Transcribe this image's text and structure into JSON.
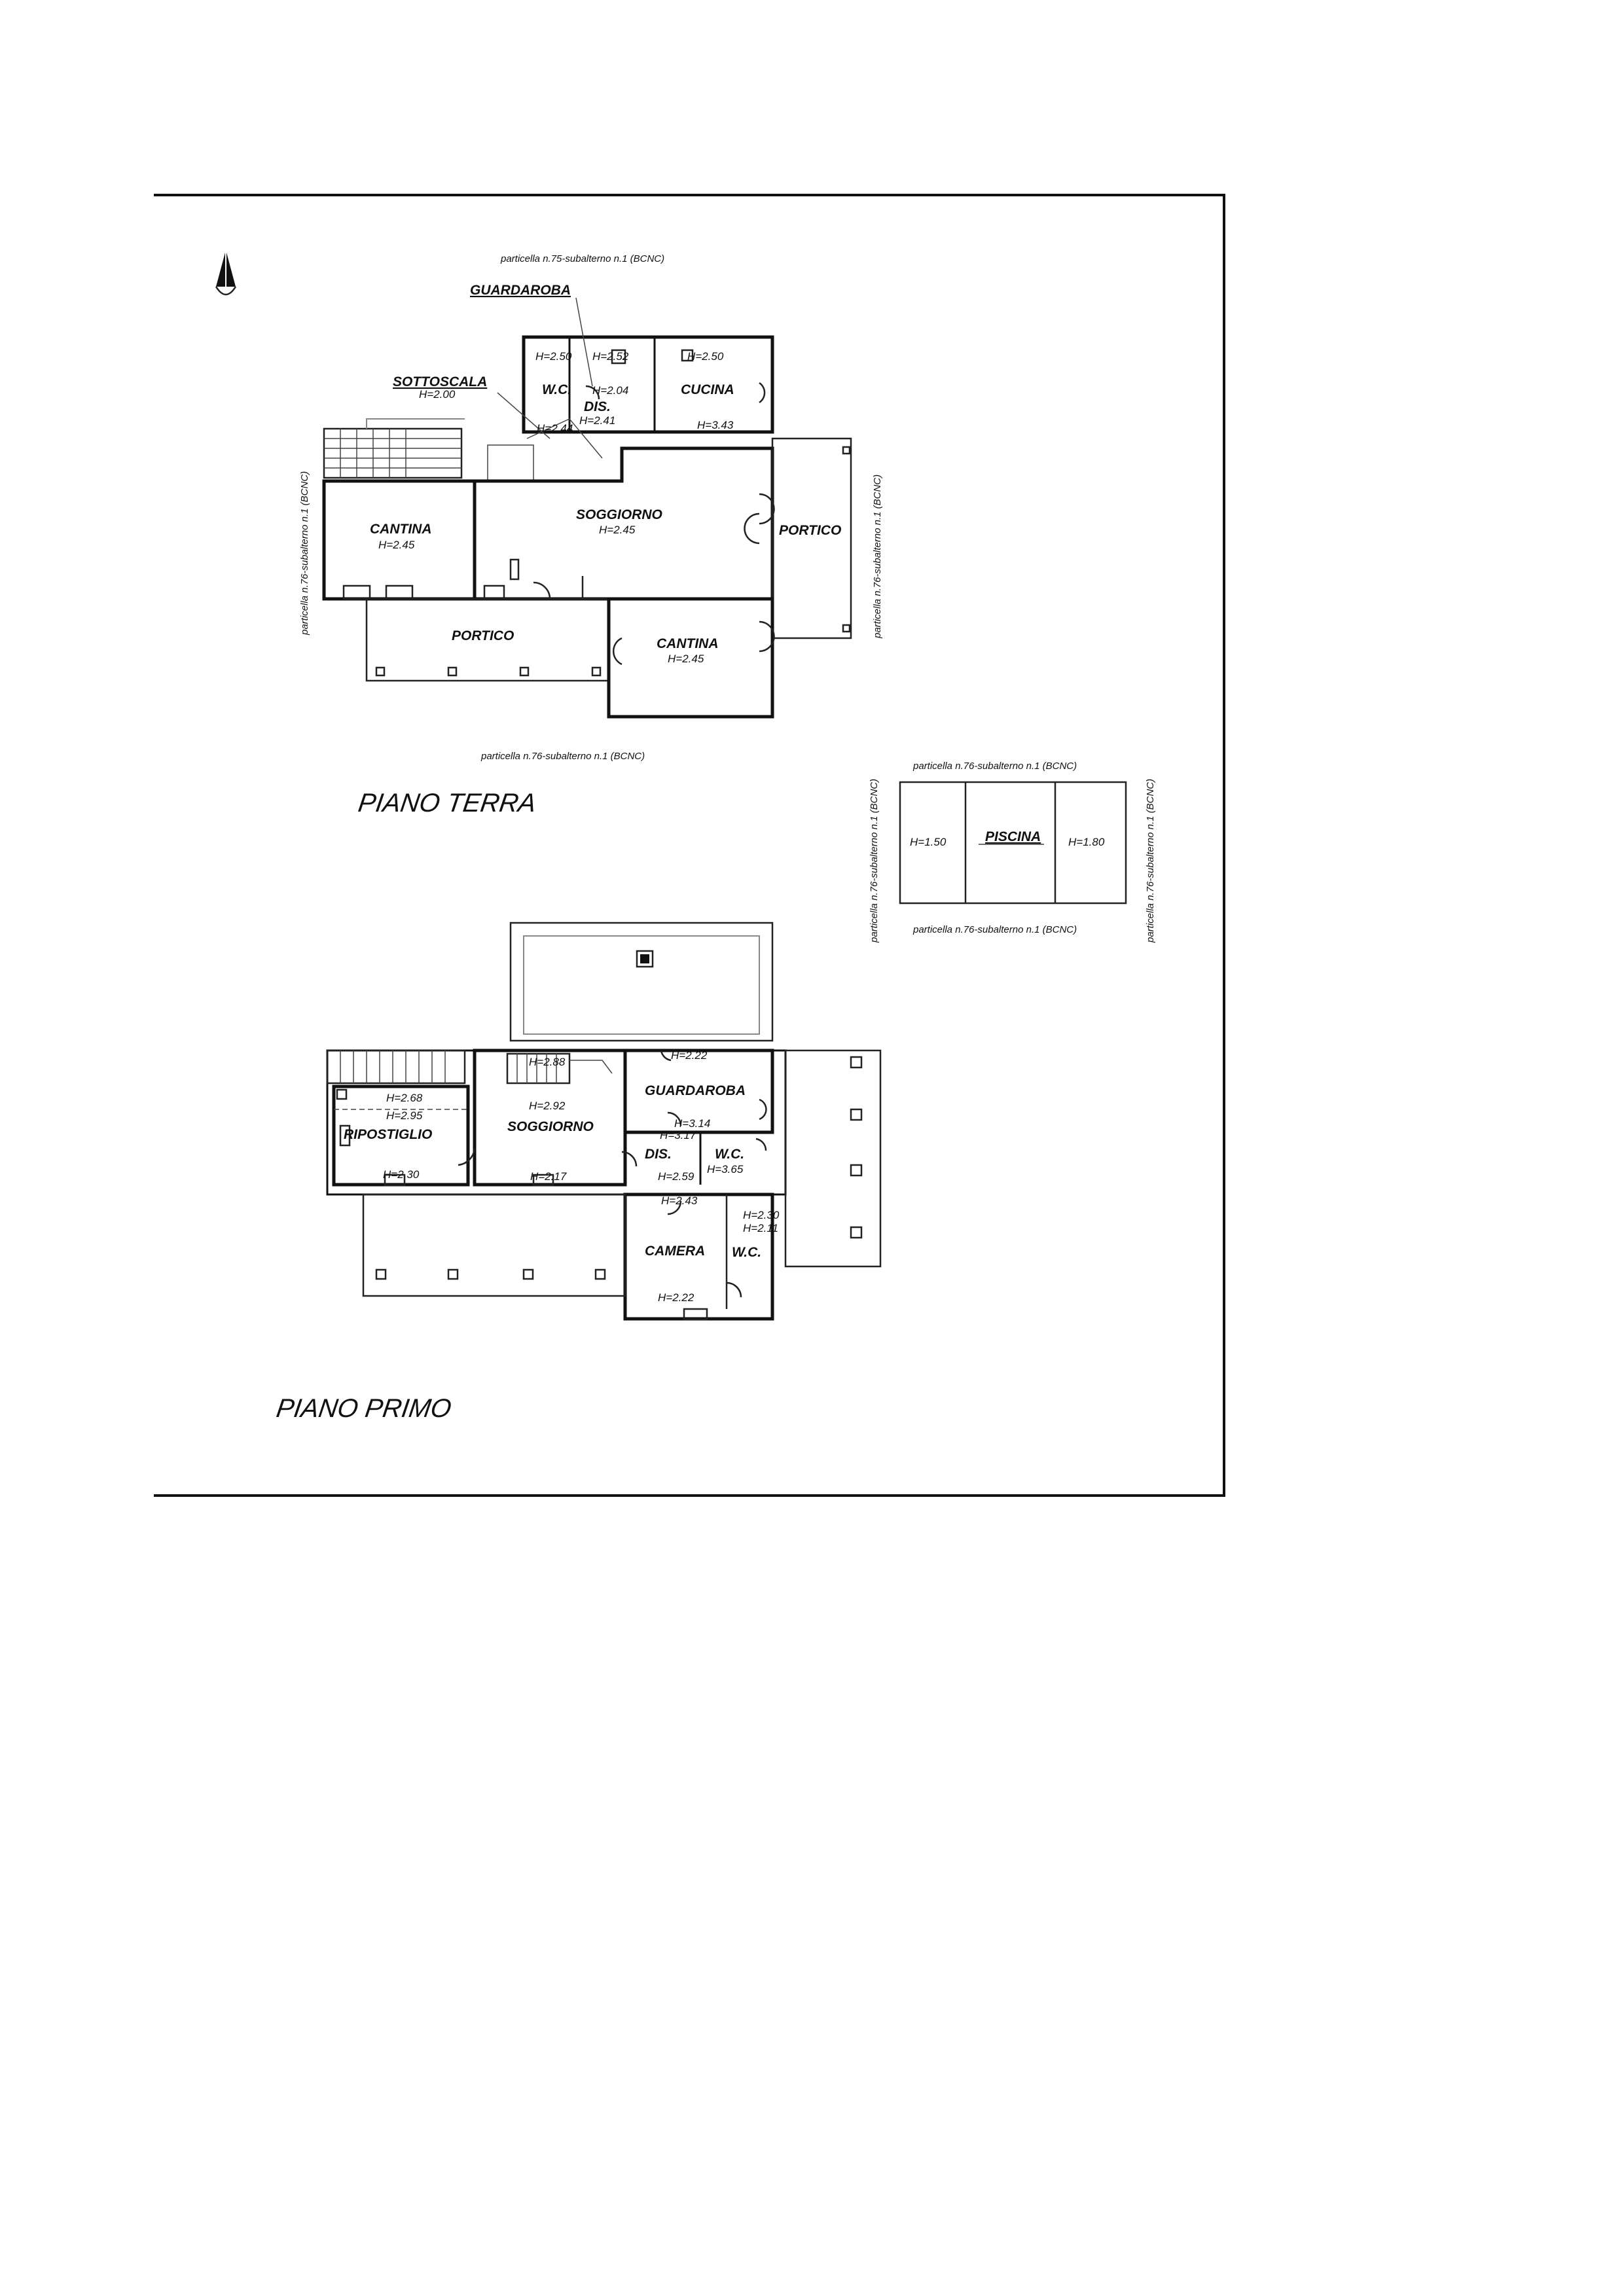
{
  "ground": {
    "title": "PIANO TERRA",
    "parcel_top": "particella n.75-subalterno n.1 (BCNC)",
    "parcel_bottom": "particella n.76-subalterno n.1 (BCNC)",
    "parcel_left": "particella n.76-subalterno n.1 (BCNC)",
    "parcel_right": "particella n.76-subalterno n.1 (BCNC)",
    "rooms": {
      "guardaroba": "GUARDAROBA",
      "sottoscala": "SOTTOSCALA",
      "sottoscala_h": "H=2.00",
      "wc": "W.C.",
      "wc_h": "H=2.50",
      "guard_h": "H=2.52",
      "dis": "DIS.",
      "dis_h1": "H=2.04",
      "dis_h2": "H=2.41",
      "dis_h3": "H=2.44",
      "cucina": "CUCINA",
      "cucina_h1": "H=2.50",
      "cucina_h2": "H=3.43",
      "cantina_left": "CANTINA",
      "cantina_left_h": "H=2.45",
      "soggiorno": "SOGGIORNO",
      "soggiorno_h": "H=2.45",
      "portico_right": "PORTICO",
      "portico_bottom": "PORTICO",
      "cantina_right": "CANTINA",
      "cantina_right_h": "H=2.45"
    }
  },
  "pool": {
    "parcel_top": "particella n.76-subalterno n.1 (BCNC)",
    "parcel_bottom": "particella n.76-subalterno n.1 (BCNC)",
    "parcel_left": "particella n.76-subalterno n.1 (BCNC)",
    "parcel_right": "particella n.76-subalterno n.1 (BCNC)",
    "name": "PISCINA",
    "h_left": "H=1.50",
    "h_right": "H=1.80"
  },
  "first": {
    "title": "PIANO PRIMO",
    "rooms": {
      "ripostiglio": "RIPOSTIGLIO",
      "ripo_h1": "H=2.68",
      "ripo_h2": "H=2.95",
      "ripo_h3": "H=2.30",
      "soggiorno": "SOGGIORNO",
      "sogg_h1": "H=2.88",
      "sogg_h2": "H=2.92",
      "sogg_h3": "H=2.17",
      "guardaroba": "GUARDAROBA",
      "guard_h1": "H=2.22",
      "guard_h2": "H=3.14",
      "dis": "DIS.",
      "dis_h1": "H=3.17",
      "dis_h2": "H=2.59",
      "wc": "W.C.",
      "wc_h": "H=3.65",
      "camera": "CAMERA",
      "camera_h1": "H=2.43",
      "camera_h2": "H=2.22",
      "wc2": "W.C.",
      "wc2_h1": "H=2.30",
      "wc2_h2": "H=2.11"
    }
  }
}
